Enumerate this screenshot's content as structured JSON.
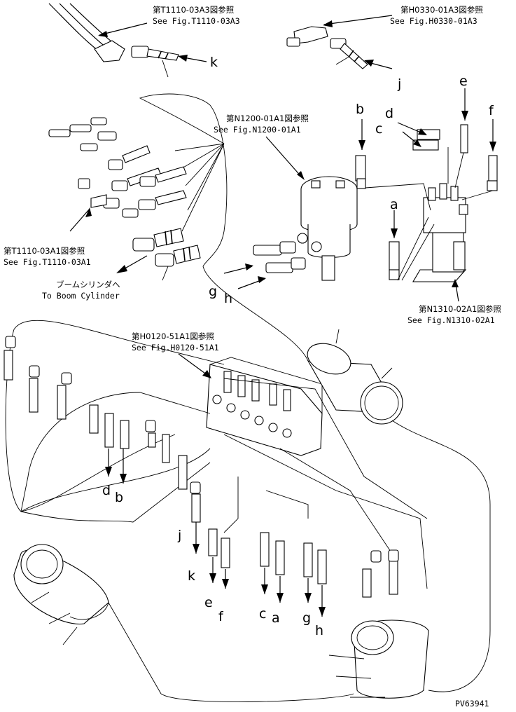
{
  "references": {
    "t1110_a3": {
      "jp": "第T1110-03A3図参照",
      "en": "See Fig.T1110-03A3"
    },
    "h0330_a3": {
      "jp": "第H0330-01A3図参照",
      "en": "See Fig.H0330-01A3"
    },
    "n1200_a1": {
      "jp": "第N1200-01A1図参照",
      "en": "See Fig.N1200-01A1"
    },
    "t1110_a1": {
      "jp": "第T1110-03A1図参照",
      "en": "See Fig.T1110-03A1"
    },
    "n1310_a1": {
      "jp": "第N1310-02A1図参照",
      "en": "See Fig.N1310-02A1"
    },
    "h0120_a1": {
      "jp": "第H0120-51A1図参照",
      "en": "See Fig.H0120-51A1"
    }
  },
  "boom_cylinder": {
    "jp": "ブームシリンダへ",
    "en": "To Boom Cylinder"
  },
  "letters": {
    "k_top": "k",
    "j_top": "j",
    "b_top": "b",
    "d_top": "d",
    "c_top": "c",
    "e_top": "e",
    "f_top": "f",
    "a_top": "a",
    "g_mid": "g",
    "h_mid": "h",
    "d_bot": "d",
    "b_bot": "b",
    "j_bot": "j",
    "k_bot": "k",
    "e_bot": "e",
    "f_bot": "f",
    "c_bot": "c",
    "a_bot": "a",
    "g_bot": "g",
    "h_bot": "h"
  },
  "drawing_code": "PV63941"
}
